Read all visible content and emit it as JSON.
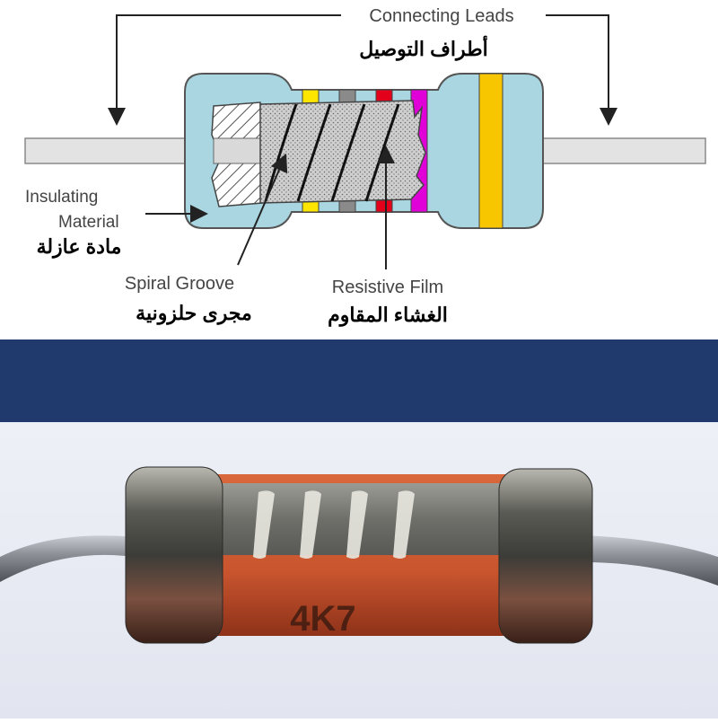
{
  "labels": {
    "connecting_leads_en": "Connecting Leads",
    "connecting_leads_ar": "أطراف التوصيل",
    "insulating_line1": "Insulating",
    "insulating_line2": "Material",
    "insulating_ar": "مادة عازلة",
    "spiral_groove_en": "Spiral Groove",
    "spiral_groove_ar": "مجرى حلزونية",
    "resistive_film_en": "Resistive Film",
    "resistive_film_ar": "الغشاء المقاوم"
  },
  "photo": {
    "body_marking": "4K7"
  },
  "colors": {
    "insulation": "#a9d6e0",
    "core_gray": "#c8c8c8",
    "band_yellow": "#ffe600",
    "band_gray": "#8a8a8a",
    "band_red": "#e3001b",
    "band_magenta": "#e000d8",
    "band_gold": "#f7c600",
    "divider": "#213a6e",
    "resistor_orange": "#c9552f"
  }
}
